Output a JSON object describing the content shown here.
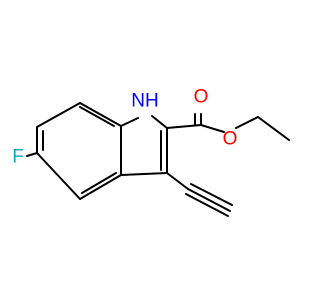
{
  "structure": {
    "atom_labels": {
      "nh": "NH",
      "f": "F",
      "o_carbonyl": "O",
      "o_ester": "O"
    },
    "colors": {
      "bond": "#000000",
      "nitrogen": "#0000ff",
      "oxygen": "#ff0000",
      "fluorine": "#00b0b0"
    }
  }
}
